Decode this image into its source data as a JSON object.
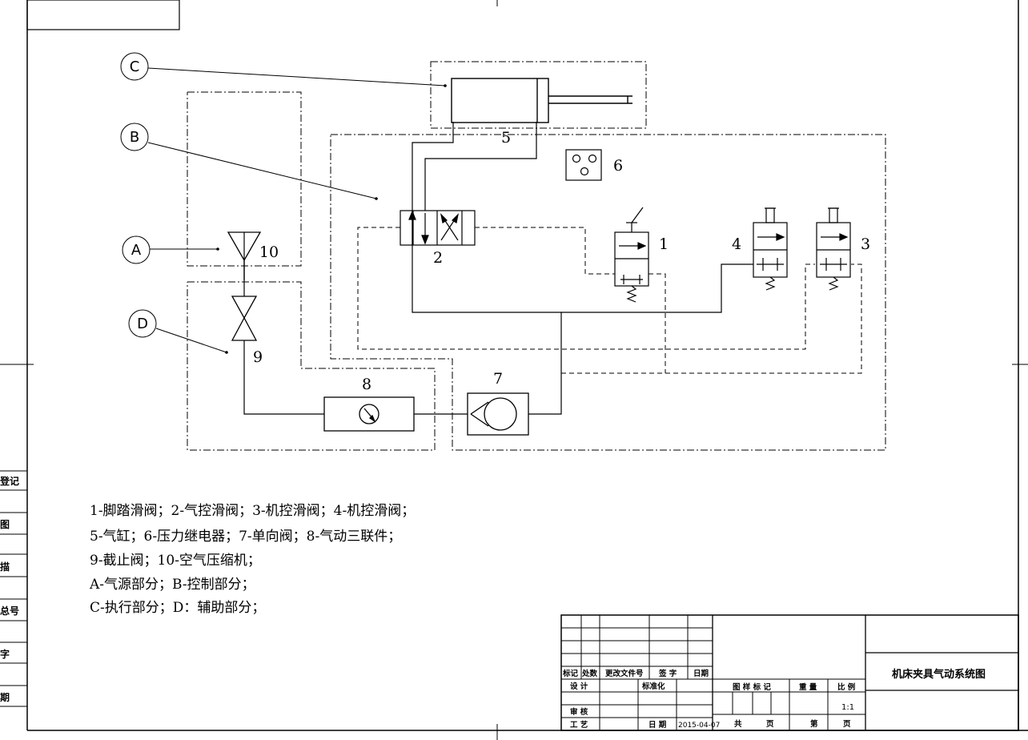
{
  "diagram": {
    "part_labels": {
      "p1": "1",
      "p2": "2",
      "p3": "3",
      "p4": "4",
      "p5": "5",
      "p6": "6",
      "p7": "7",
      "p8": "8",
      "p9": "9",
      "p10": "10"
    },
    "section_labels": {
      "a": "A",
      "b": "B",
      "c": "C",
      "d": "D"
    }
  },
  "legend": [
    "1-脚踏滑阀；2-气控滑阀；3-机控滑阀；4-机控滑阀；",
    "5-气缸；6-压力继电器；7-单向阀；8-气动三联件；",
    "9-截止阀；10-空气压缩机；",
    "A-气源部分；B-控制部分；",
    "C-执行部分；D：辅助部分；"
  ],
  "side_strip": [
    "登记",
    "图",
    "描",
    "总号",
    "字",
    "期"
  ],
  "title_block": {
    "drawing_title": "机床夹具气动系统图",
    "headers": [
      "标记",
      "处数",
      "更改文件号",
      "签 字",
      "日期"
    ],
    "design": "设 计",
    "standardization": "标准化",
    "review": "审 核",
    "process": "工 艺",
    "date_label": "日 期",
    "date_value": "2015-04-07",
    "pattern_mark": "图 样 标 记",
    "weight": "重 量",
    "scale_label": "比 例",
    "scale_value": "1:1",
    "total": "共",
    "page": "页",
    "sheet": "第",
    "page2": "页"
  }
}
